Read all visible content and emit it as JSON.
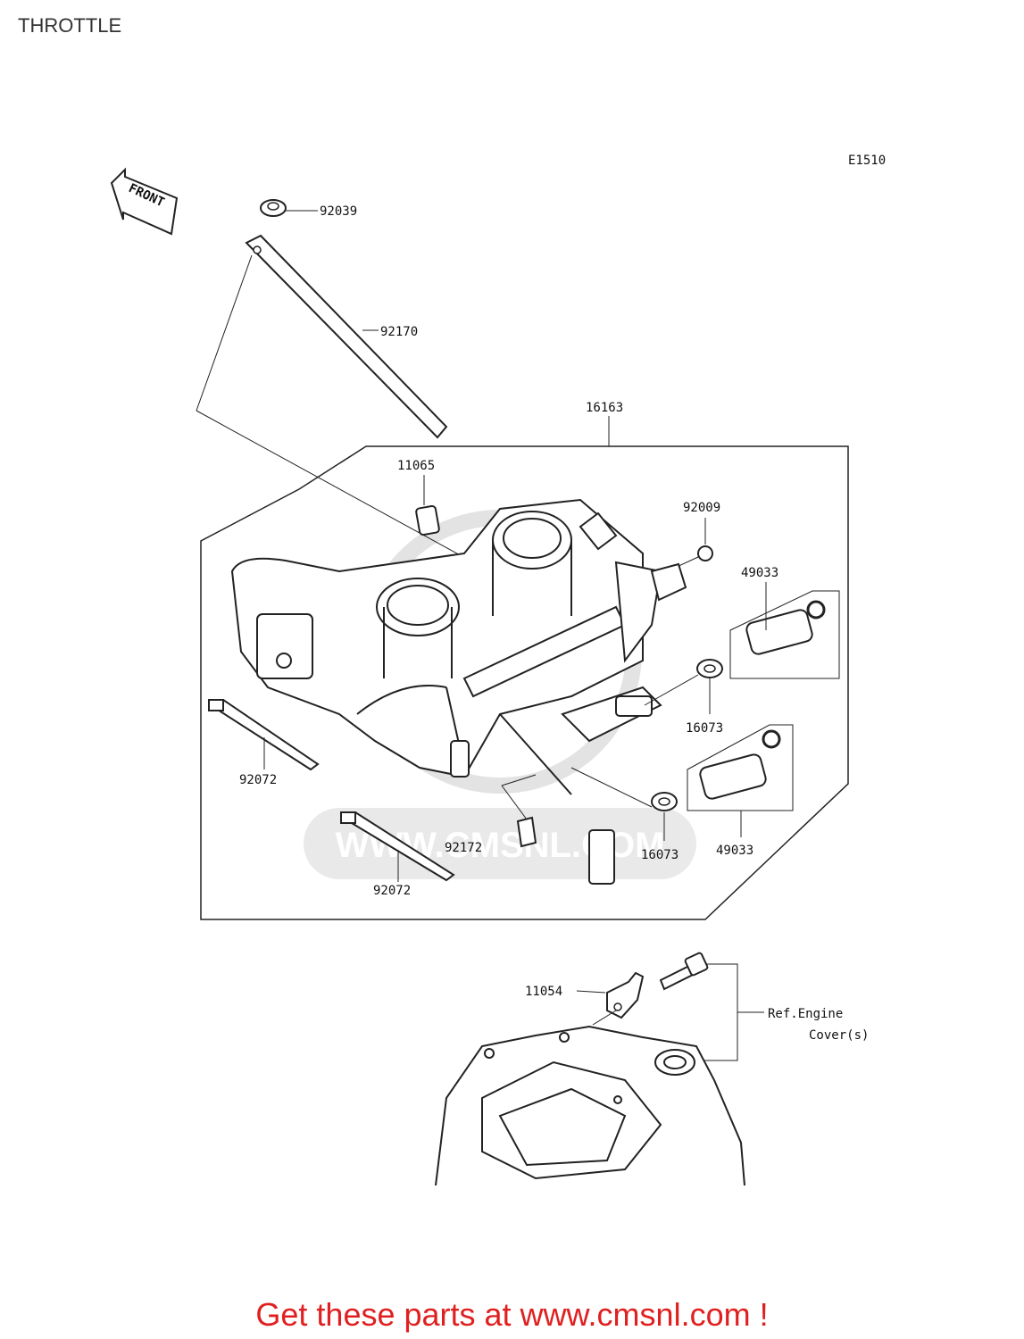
{
  "page": {
    "title": "THROTTLE"
  },
  "diagram": {
    "code": "E1510",
    "front_label": "FRONT",
    "watermark_text": "WWW.CMSNL.COM",
    "labels": {
      "p92039": "92039",
      "p92170": "92170",
      "p16163": "16163",
      "p11065": "11065",
      "p92009": "92009",
      "p49033_top": "49033",
      "p16073_top": "16073",
      "p92072_left": "92072",
      "p92172": "92172",
      "p16073_bottom": "16073",
      "p49033_bottom": "49033",
      "p92072_bottom": "92072",
      "p11054": "11054",
      "ref_line1": "Ref.Engine",
      "ref_line2": "Cover(s)"
    }
  },
  "footer": {
    "link_text": "Get these parts at www.cmsnl.com !",
    "color": "#e02020"
  }
}
